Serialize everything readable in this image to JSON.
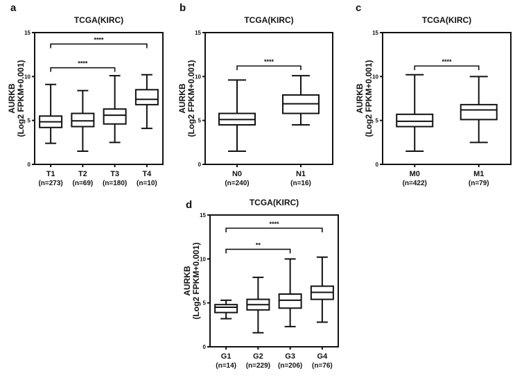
{
  "chart_data": [
    {
      "panel_label": "a",
      "type": "box",
      "title": "TCGA(KIRC)",
      "ylabel": "AURKB",
      "ylabel2": "(Log2 FPKM+0.001)",
      "ylim": [
        0,
        15
      ],
      "yticks": [
        "0",
        "5",
        "10",
        "15"
      ],
      "categories": [
        "T1",
        "T2",
        "T3",
        "T4"
      ],
      "n_labels": [
        "(n=273)",
        "(n=69)",
        "(n=180)",
        "(n=10)"
      ],
      "boxes": [
        {
          "min": 2.4,
          "q1": 4.2,
          "median": 4.85,
          "q3": 5.5,
          "max": 9.1
        },
        {
          "min": 1.5,
          "q1": 4.3,
          "median": 4.95,
          "q3": 5.8,
          "max": 8.4
        },
        {
          "min": 2.5,
          "q1": 4.6,
          "median": 5.6,
          "q3": 6.3,
          "max": 10.1
        },
        {
          "min": 4.1,
          "q1": 6.8,
          "median": 7.4,
          "q3": 8.5,
          "max": 10.2
        }
      ],
      "brackets": [
        {
          "from": 0,
          "to": 2,
          "y": 11.0,
          "label": "****"
        },
        {
          "from": 0,
          "to": 3,
          "y": 13.7,
          "label": "****"
        }
      ]
    },
    {
      "panel_label": "b",
      "type": "box",
      "title": "TCGA(KIRC)",
      "ylabel": "AURKB",
      "ylabel2": "(Log2 FPKM+0.001)",
      "ylim": [
        0,
        15
      ],
      "yticks": [
        "0",
        "5",
        "10",
        "15"
      ],
      "categories": [
        "N0",
        "N1"
      ],
      "n_labels": [
        "(n=240)",
        "(n=16)"
      ],
      "boxes": [
        {
          "min": 1.5,
          "q1": 4.5,
          "median": 5.1,
          "q3": 5.8,
          "max": 9.6
        },
        {
          "min": 4.5,
          "q1": 5.8,
          "median": 6.9,
          "q3": 7.9,
          "max": 10.1
        }
      ],
      "brackets": [
        {
          "from": 0,
          "to": 1,
          "y": 11.2,
          "label": "****"
        }
      ]
    },
    {
      "panel_label": "c",
      "type": "box",
      "title": "TCGA(KIRC)",
      "ylabel": "AURKB",
      "ylabel2": "(Log2 FPKM+0.001)",
      "ylim": [
        0,
        15
      ],
      "yticks": [
        "0",
        "5",
        "10",
        "15"
      ],
      "categories": [
        "M0",
        "M1"
      ],
      "n_labels": [
        "(n=422)",
        "(n=79)"
      ],
      "boxes": [
        {
          "min": 1.5,
          "q1": 4.3,
          "median": 4.9,
          "q3": 5.7,
          "max": 10.2
        },
        {
          "min": 2.5,
          "q1": 5.1,
          "median": 6.2,
          "q3": 6.8,
          "max": 10.0
        }
      ],
      "brackets": [
        {
          "from": 0,
          "to": 1,
          "y": 11.2,
          "label": "****"
        }
      ]
    },
    {
      "panel_label": "d",
      "type": "box",
      "title": "TCGA(KIRC)",
      "ylabel": "AURKB",
      "ylabel2": "(Log2 FPKM+0.001)",
      "ylim": [
        0,
        15
      ],
      "yticks": [
        "0",
        "5",
        "10",
        "15"
      ],
      "categories": [
        "G1",
        "G2",
        "G3",
        "G4"
      ],
      "n_labels": [
        "(n=14)",
        "(n=229)",
        "(n=206)",
        "(n=76)"
      ],
      "boxes": [
        {
          "min": 3.2,
          "q1": 3.9,
          "median": 4.5,
          "q3": 4.8,
          "max": 5.3
        },
        {
          "min": 1.6,
          "q1": 4.2,
          "median": 4.8,
          "q3": 5.4,
          "max": 7.9
        },
        {
          "min": 2.3,
          "q1": 4.4,
          "median": 5.3,
          "q3": 6.0,
          "max": 10.0
        },
        {
          "min": 2.8,
          "q1": 5.4,
          "median": 6.2,
          "q3": 6.9,
          "max": 10.2
        }
      ],
      "brackets": [
        {
          "from": 0,
          "to": 2,
          "y": 11.1,
          "label": "**"
        },
        {
          "from": 0,
          "to": 3,
          "y": 13.5,
          "label": "****"
        }
      ]
    }
  ]
}
